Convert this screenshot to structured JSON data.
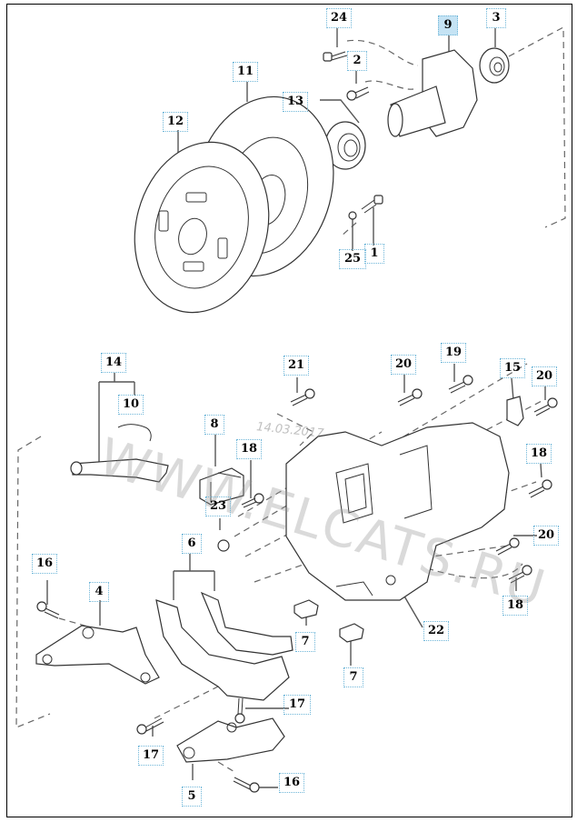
{
  "diagram": {
    "title": "Clutch and transmission housing exploded parts diagram",
    "selected_callout": "9",
    "selection_color": "#c5e3f4",
    "callout_border_color": "#6fb6d8"
  },
  "watermark": {
    "text": "WWW.ELCATS.RU",
    "date": "14.03.2017"
  },
  "callouts": [
    {
      "id": "c24",
      "label": "24",
      "part": "bolt"
    },
    {
      "id": "c9",
      "label": "9",
      "part": "clutch release bearing guide"
    },
    {
      "id": "c3",
      "label": "3",
      "part": "oil seal"
    },
    {
      "id": "c2",
      "label": "2",
      "part": "bleed screw"
    },
    {
      "id": "c11",
      "label": "11",
      "part": "clutch pressure plate"
    },
    {
      "id": "c13",
      "label": "13",
      "part": "release bearing"
    },
    {
      "id": "c12",
      "label": "12",
      "part": "clutch disc"
    },
    {
      "id": "c25",
      "label": "25",
      "part": "washer"
    },
    {
      "id": "c1",
      "label": "1",
      "part": "bolt"
    },
    {
      "id": "c14",
      "label": "14",
      "part": "release fork"
    },
    {
      "id": "c10",
      "label": "10",
      "part": "spring clip"
    },
    {
      "id": "c8",
      "label": "8",
      "part": "mount"
    },
    {
      "id": "c18a",
      "label": "18",
      "part": "bolt"
    },
    {
      "id": "c23",
      "label": "23",
      "part": "nut"
    },
    {
      "id": "c21",
      "label": "21",
      "part": "bolt"
    },
    {
      "id": "c20a",
      "label": "20",
      "part": "bolt"
    },
    {
      "id": "c19",
      "label": "19",
      "part": "bolt"
    },
    {
      "id": "c15",
      "label": "15",
      "part": "bracket"
    },
    {
      "id": "c20b",
      "label": "20",
      "part": "bolt"
    },
    {
      "id": "c18b",
      "label": "18",
      "part": "bolt"
    },
    {
      "id": "c20c",
      "label": "20",
      "part": "bolt"
    },
    {
      "id": "c18c",
      "label": "18",
      "part": "bolt"
    },
    {
      "id": "c22",
      "label": "22",
      "part": "transmission housing"
    },
    {
      "id": "c6",
      "label": "6",
      "part": "cover plate"
    },
    {
      "id": "c16a",
      "label": "16",
      "part": "bolt"
    },
    {
      "id": "c4",
      "label": "4",
      "part": "bracket"
    },
    {
      "id": "c7a",
      "label": "7",
      "part": "rubber pad"
    },
    {
      "id": "c7b",
      "label": "7",
      "part": "rubber pad"
    },
    {
      "id": "c17a",
      "label": "17",
      "part": "bolt"
    },
    {
      "id": "c17b",
      "label": "17",
      "part": "bolt"
    },
    {
      "id": "c5",
      "label": "5",
      "part": "bracket"
    },
    {
      "id": "c16b",
      "label": "16",
      "part": "bolt"
    }
  ]
}
